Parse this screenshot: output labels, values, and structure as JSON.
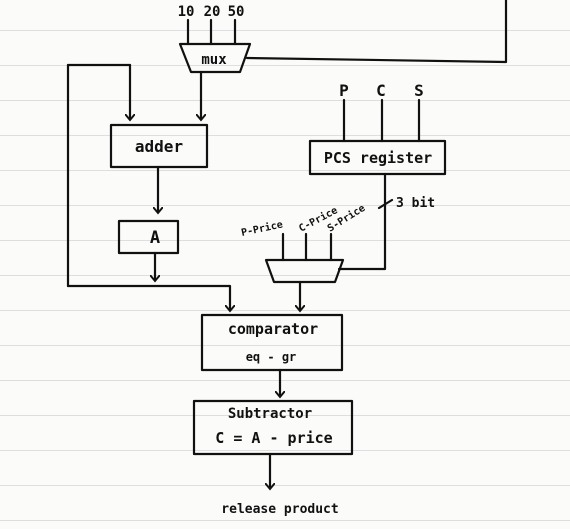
{
  "mux_inputs": [
    "10",
    "20",
    "50"
  ],
  "mux_label": "mux",
  "adder_label": "adder",
  "a_register_label": "A",
  "pcs_inputs": [
    "P",
    "C",
    "S"
  ],
  "pcs_register_label": "PCS register",
  "bus_width_label": "3 bit",
  "price_inputs": [
    "P-Price",
    "C-Price",
    "S-Price"
  ],
  "comparator_label": "comparator",
  "comparator_outputs": "eq - gr",
  "subtractor_label": "Subtractor",
  "subtractor_expression": "C = A - price",
  "output_label": "release product"
}
